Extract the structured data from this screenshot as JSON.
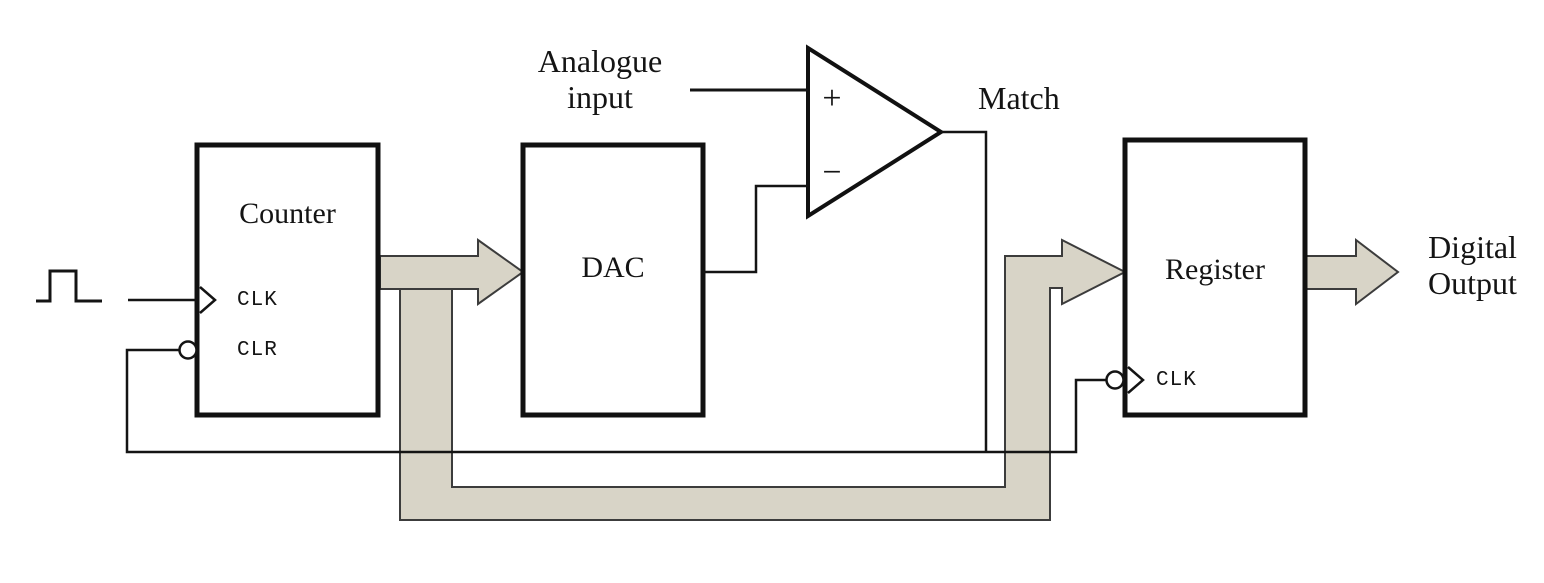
{
  "diagram": {
    "labels": {
      "analogue_input": "Analogue\ninput",
      "match": "Match",
      "digital_output": "Digital\nOutput",
      "comparator_plus": "+",
      "comparator_minus": "−"
    },
    "blocks": {
      "counter": {
        "title": "Counter",
        "clk_label": "CLK",
        "clr_label": "CLR"
      },
      "dac": {
        "title": "DAC"
      },
      "register": {
        "title": "Register",
        "clk_label": "CLK"
      }
    },
    "colors": {
      "bus_fill": "#d8d4c7",
      "line_color": "#141414"
    }
  }
}
